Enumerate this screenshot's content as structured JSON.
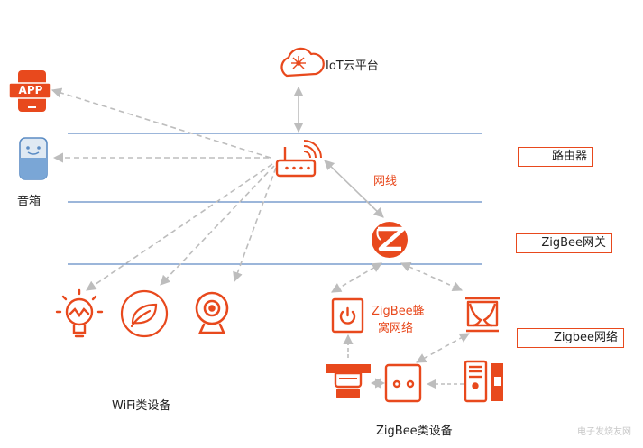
{
  "colors": {
    "accent": "#e8491d",
    "line": "#3a6cb5",
    "connector": "#bdbdbd",
    "text": "#222222"
  },
  "cloud": {
    "label": "IoT云平台",
    "icon": "cloud-icon"
  },
  "devices": {
    "app": {
      "label": "APP",
      "icon": "phone-app-icon"
    },
    "speaker": {
      "label": "音箱",
      "icon": "smart-speaker-icon"
    },
    "router": {
      "icon": "router-icon"
    },
    "gateway": {
      "icon": "zigbee-logo-icon"
    }
  },
  "connections": {
    "ethernet_label": "网线"
  },
  "layers": {
    "router": "路由器",
    "gateway": "ZigBee网关",
    "network": "Zigbee网络"
  },
  "mesh": {
    "label_line1": "ZigBee蜂",
    "label_line2": "窝网络"
  },
  "groups": {
    "wifi": "WiFi类设备",
    "zigbee": "ZigBee类设备"
  },
  "wifi_devices": [
    {
      "icon": "light-bulb-icon"
    },
    {
      "icon": "leaf-icon"
    },
    {
      "icon": "webcam-icon"
    }
  ],
  "zigbee_devices": [
    {
      "icon": "power-switch-icon"
    },
    {
      "icon": "curtain-icon"
    },
    {
      "icon": "ceiling-light-icon"
    },
    {
      "icon": "socket-icon"
    },
    {
      "icon": "door-lock-icon"
    }
  ],
  "watermark": "电子发烧友网"
}
